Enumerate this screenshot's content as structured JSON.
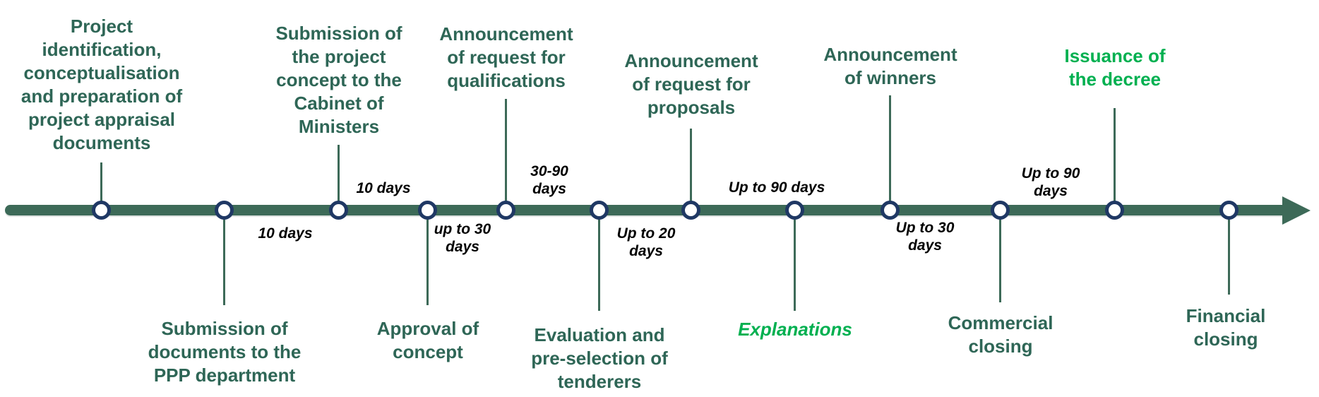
{
  "diagram": {
    "title_semantic": "PPP project process timeline",
    "colors": {
      "event_text": "#2E6656",
      "accent_text": "#00B050",
      "timeline": "#3D6A58",
      "node_border": "#1F3864",
      "duration_text": "#000000"
    },
    "events": [
      {
        "label": "Project\nidentification,\nconceptualisation\nand preparation of\nproject appraisal\ndocuments",
        "side": "above"
      },
      {
        "label": "Submission of\ndocuments to the\nPPP department",
        "side": "below"
      },
      {
        "label": "Submission of\nthe project\nconcept to the\nCabinet of\nMinisters",
        "side": "above"
      },
      {
        "label": "Approval of\nconcept",
        "side": "below"
      },
      {
        "label": "Announcement\nof request for\nqualifications",
        "side": "above"
      },
      {
        "label": "Evaluation and\npre-selection of\ntenderers",
        "side": "below"
      },
      {
        "label": "Announcement\nof request for\nproposals",
        "side": "above"
      },
      {
        "label": "Explanations",
        "side": "below",
        "accent": true
      },
      {
        "label": "Announcement\nof winners",
        "side": "above"
      },
      {
        "label": "Commercial\nclosing",
        "side": "below"
      },
      {
        "label": "Issuance of\nthe decree",
        "side": "above",
        "accent": true
      },
      {
        "label": "Financial\nclosing",
        "side": "below"
      }
    ],
    "durations": [
      {
        "label": "10 days",
        "side": "below"
      },
      {
        "label": "10 days",
        "side": "above"
      },
      {
        "label": "up to 30\ndays",
        "side": "below"
      },
      {
        "label": "30-90\ndays",
        "side": "above"
      },
      {
        "label": "Up to 20\ndays",
        "side": "below"
      },
      {
        "label": "Up to 90 days",
        "side": "above"
      },
      {
        "label": "Up to 30\ndays",
        "side": "below"
      },
      {
        "label": "Up to 90\ndays",
        "side": "above"
      }
    ]
  }
}
